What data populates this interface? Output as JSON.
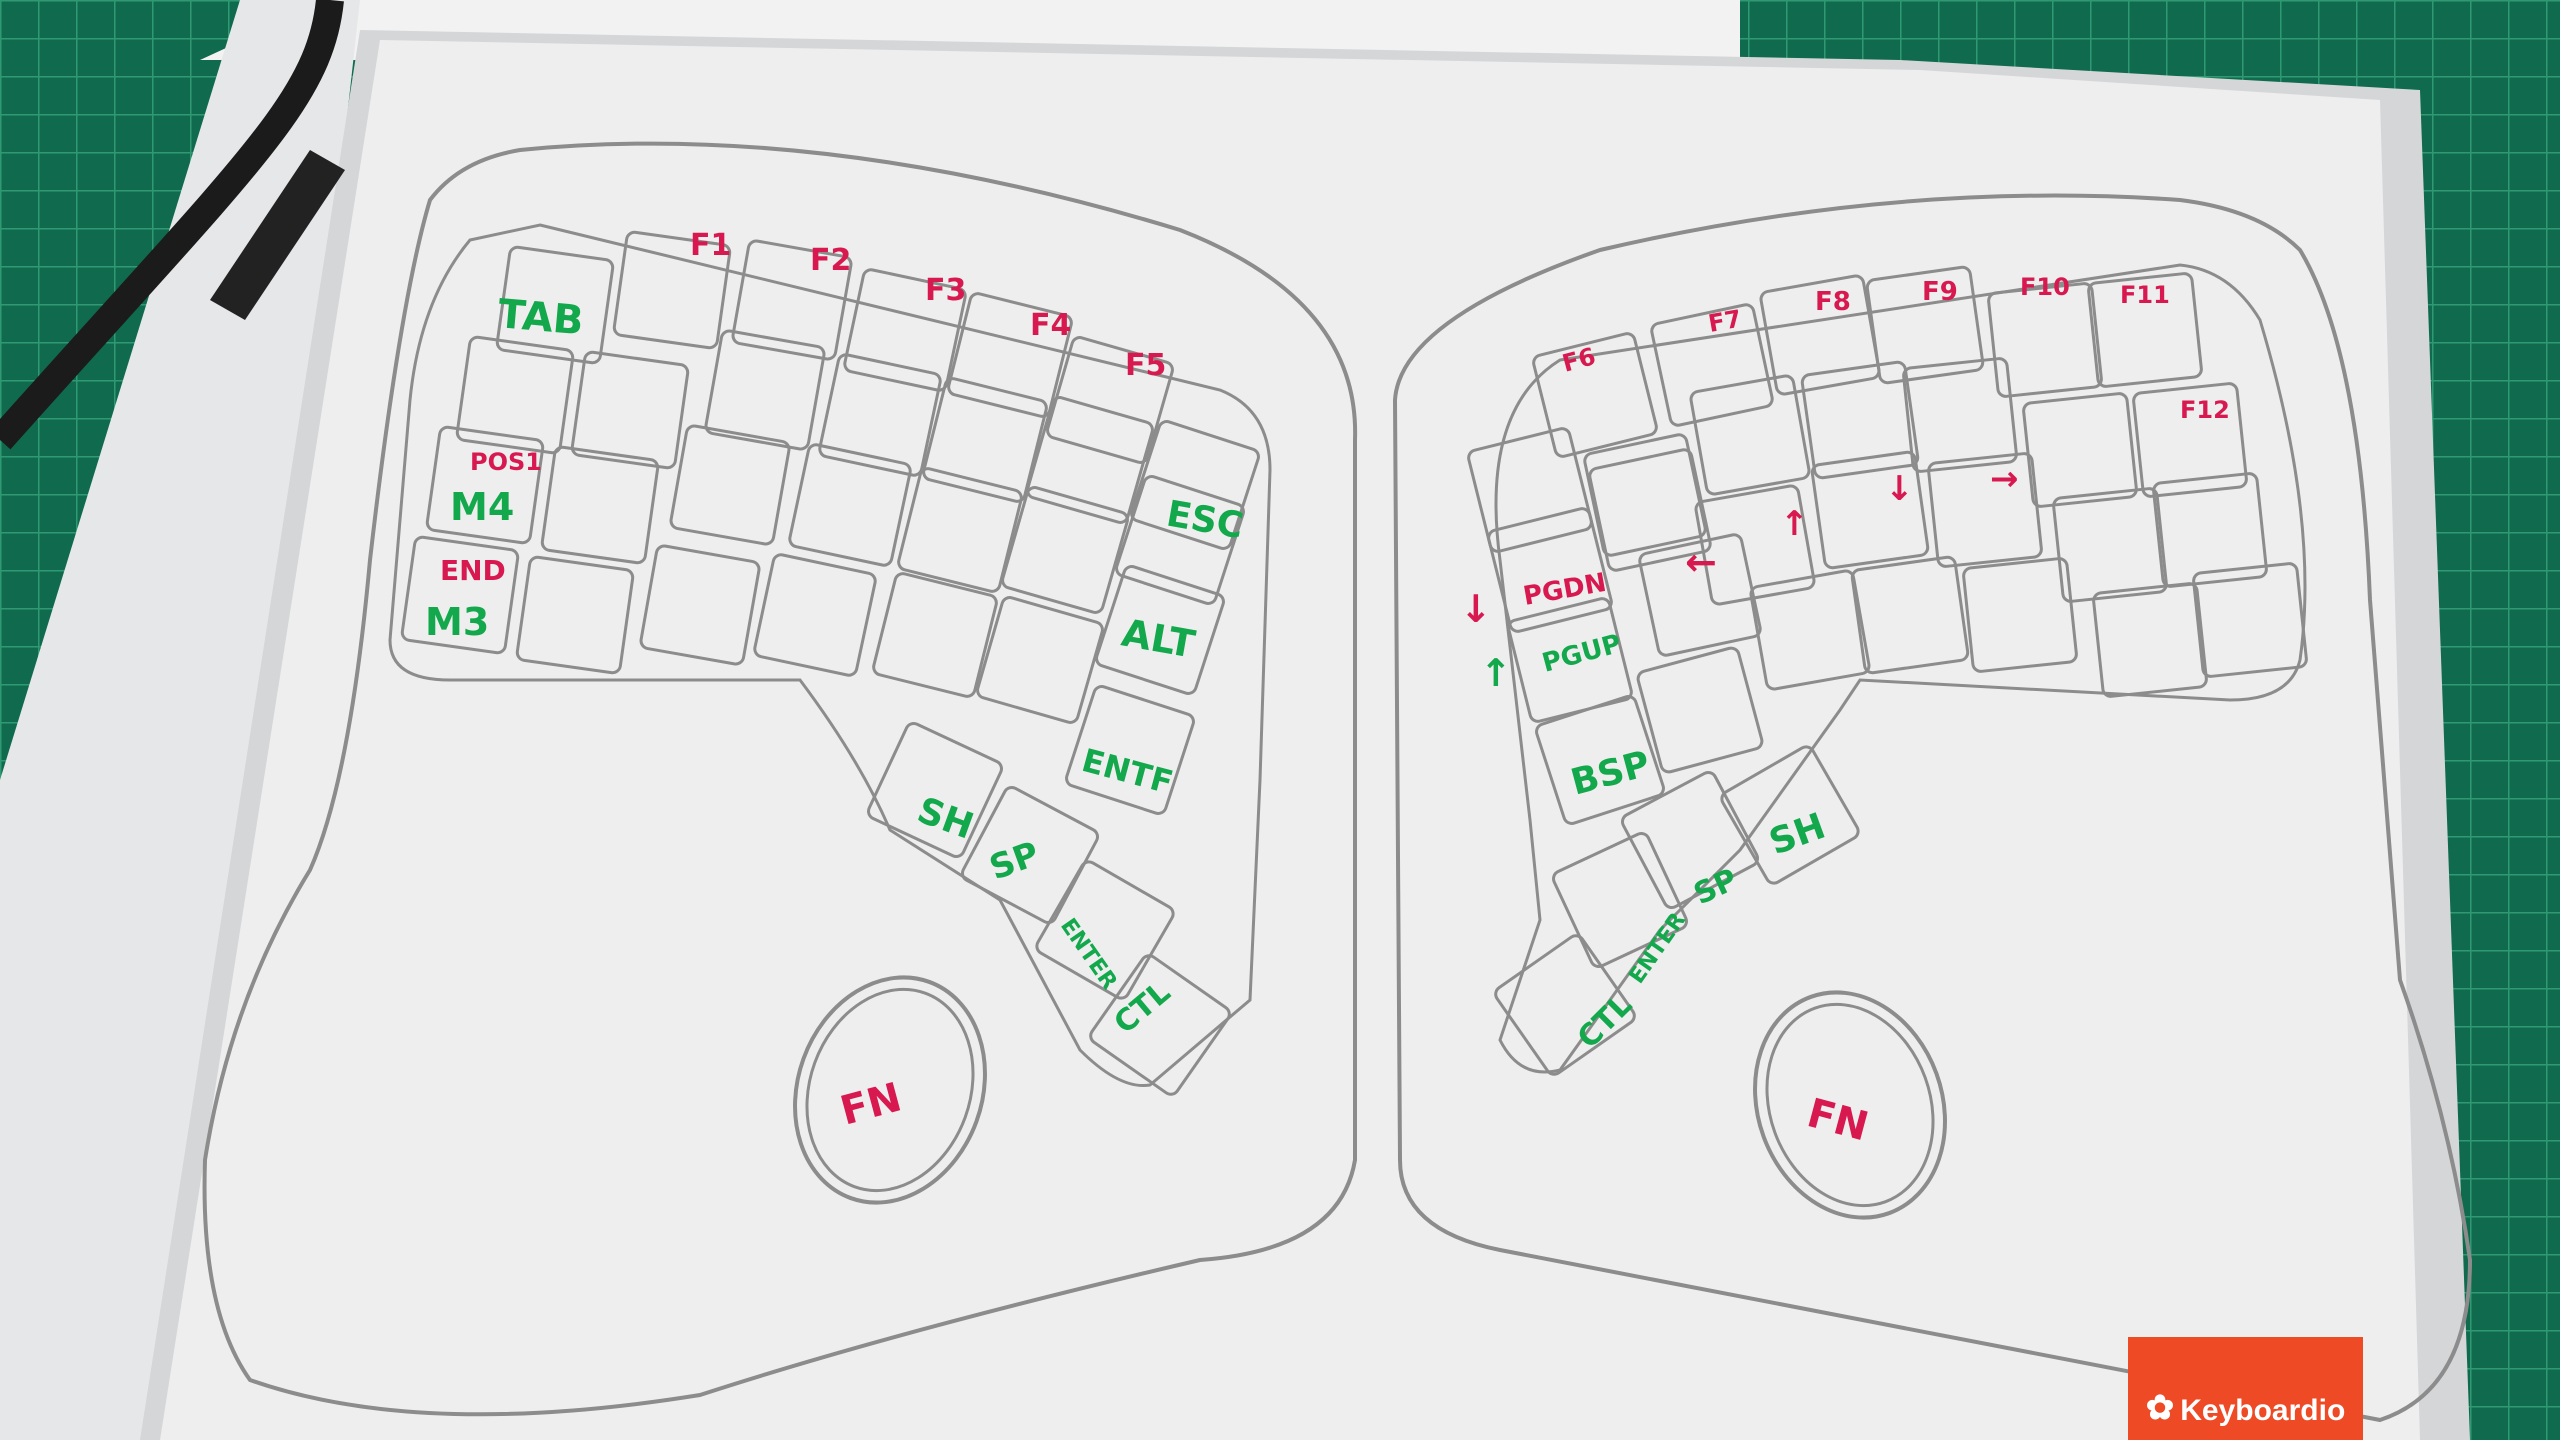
{
  "brand": {
    "name": "Keyboardio",
    "icon": "butterfly-icon",
    "color": "#ee4a26"
  },
  "colors": {
    "red_ink": "#d8194f",
    "green_ink": "#14a84c",
    "outline": "#8c8c8c",
    "mat": "#0f6a4e"
  },
  "left_half": {
    "f_keys": [
      "F1",
      "F2",
      "F3",
      "F4",
      "F5"
    ],
    "labels": {
      "tab": "TAB",
      "pos1": "POS1",
      "m4": "M4",
      "end": "END",
      "m3": "M3",
      "esc": "ESC",
      "alt": "ALT",
      "entf": "ENTF",
      "sh": "SH",
      "sp": "SP",
      "enter": "ENTER",
      "ctl": "CTL"
    },
    "palm": "FN"
  },
  "right_half": {
    "f_keys": [
      "F6",
      "F7",
      "F8",
      "F9",
      "F10",
      "F11",
      "F12"
    ],
    "labels": {
      "pgdn": "PGDN",
      "pgup": "PGUP",
      "bsp": "BSP",
      "sh": "SH",
      "sp": "SP",
      "enter": "ENTER",
      "ctl": "CTL"
    },
    "arrows": {
      "left": "←",
      "up": "↑",
      "down": "↓",
      "right": "→"
    },
    "side_arrows": {
      "down": "↓",
      "up": "↑"
    },
    "palm": "FN"
  }
}
